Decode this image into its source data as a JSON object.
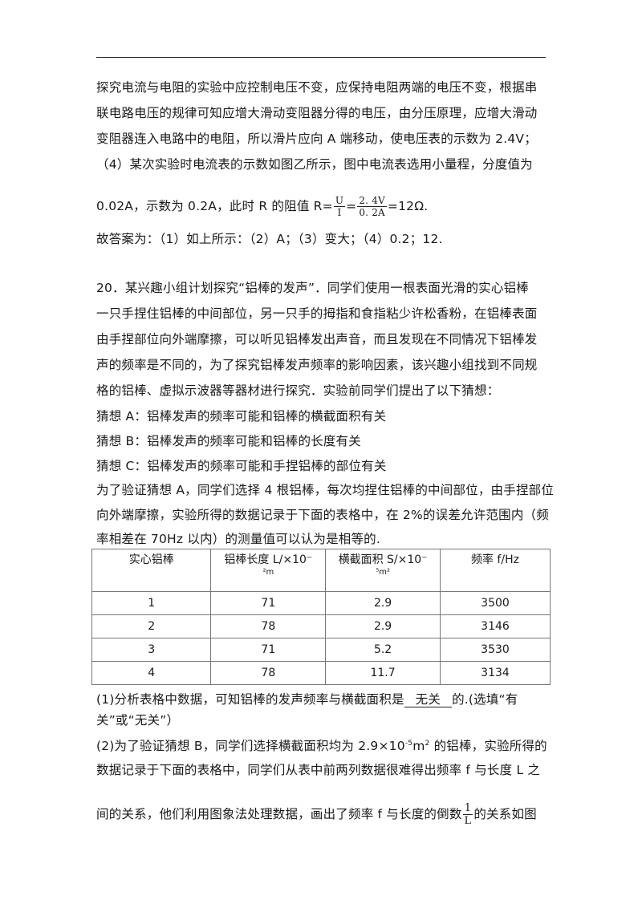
{
  "lines": {
    "l1": "探究电流与电阻的实验中应控制电压不变，应保持电阻两端的电压不变，根据串",
    "l2": "联电路电压的规律可知应增大滑动变阻器分得的电压，由分压原理，应增大滑动",
    "l3": "变阻器连入电路中的电阻，所以滑片应向 A 端移动，使电压表的示数为 2.4V；",
    "l4": "（4）某次实验时电流表的示数如图乙所示，图中电流表选用小量程，分度值为",
    "l5a": "0.02A，示数为 0.2A，此时 R 的阻值 R=",
    "l5b": "=12Ω.",
    "l6": "故答案为：（1）如上所示：（2）A；（3）变大；（4）0.2；12.",
    "q20_1": "20．某兴趣小组计划探究“铝棒的发声”．同学们使用一根表面光滑的实心铝棒",
    "q20_2": "一只手捏住铝棒的中间部位，另一只手的拇指和食指粘少许松香粉，在铝棒表面",
    "q20_3": "由手捏部位向外端摩擦，可以听见铝棒发出声音，而且发现在不同情况下铝棒发",
    "q20_4": "声的频率是不同的，为了探究铝棒发声频率的影响因素，该兴趣小组找到不同规",
    "q20_5": "格的铝棒、虚拟示波器等器材进行探究．实验前同学们提出了以下猜想：",
    "guessA": "猜想 A：铝棒发声的频率可能和铝棒的横截面积有关",
    "guessB": "猜想 B：铝棒发声的频率可能和铝棒的长度有关",
    "guessC": "猜想 C：铝棒发声的频率可能和手捏铝棒的部位有关",
    "v1": "为了验证猜想 A，同学们选择 4 根铝棒，每次均捏住铝棒的中间部位，由手捏部位",
    "v2": "向外端摩擦，实验所得的数据记录于下面的表格中，在 2%的误差允许范围内（频",
    "v3": "率相差在 70Hz 以内）的测量值可以认为是相等的.",
    "p1a": "(1)分析表格中数据，可知铝棒的发声频率与横截面积是",
    "p1blank": "无关",
    "p1b": "的.(选填“有",
    "p1c": "关”或“无关”）",
    "p2a": "(2)为了验证猜想 B，同学们选择横截面积均为 2.9×10",
    "p2exp": "-5",
    "p2b": "m",
    "p2sq": "2",
    "p2c": " 的铝棒，实验所得的",
    "p2d": "数据记录于下面的表格中，同学们从表中前两列数据很难得出频率 f 与长度 L 之",
    "p2e": "间的关系，他们利用图象法处理数据，画出了频率 f 与长度的倒数",
    "p2f": "的关系如图"
  },
  "formula": {
    "top1": "U",
    "bot1": "I",
    "eq": "=",
    "top2": "2. 4V",
    "bot2": "0. 2A"
  },
  "recip": {
    "num": "1",
    "den": "L"
  },
  "table": {
    "headers": [
      {
        "main": "实心铝棒",
        "sub": ""
      },
      {
        "main": "铝棒长度 L/×10⁻",
        "sub": "²m"
      },
      {
        "main": "横截面积 S/×10⁻",
        "sub": "⁵m²"
      },
      {
        "main": "频率 f/Hz",
        "sub": ""
      }
    ],
    "rows": [
      [
        "1",
        "71",
        "2.9",
        "3500"
      ],
      [
        "2",
        "78",
        "2.9",
        "3146"
      ],
      [
        "3",
        "71",
        "5.2",
        "3530"
      ],
      [
        "4",
        "78",
        "11.7",
        "3134"
      ]
    ]
  }
}
